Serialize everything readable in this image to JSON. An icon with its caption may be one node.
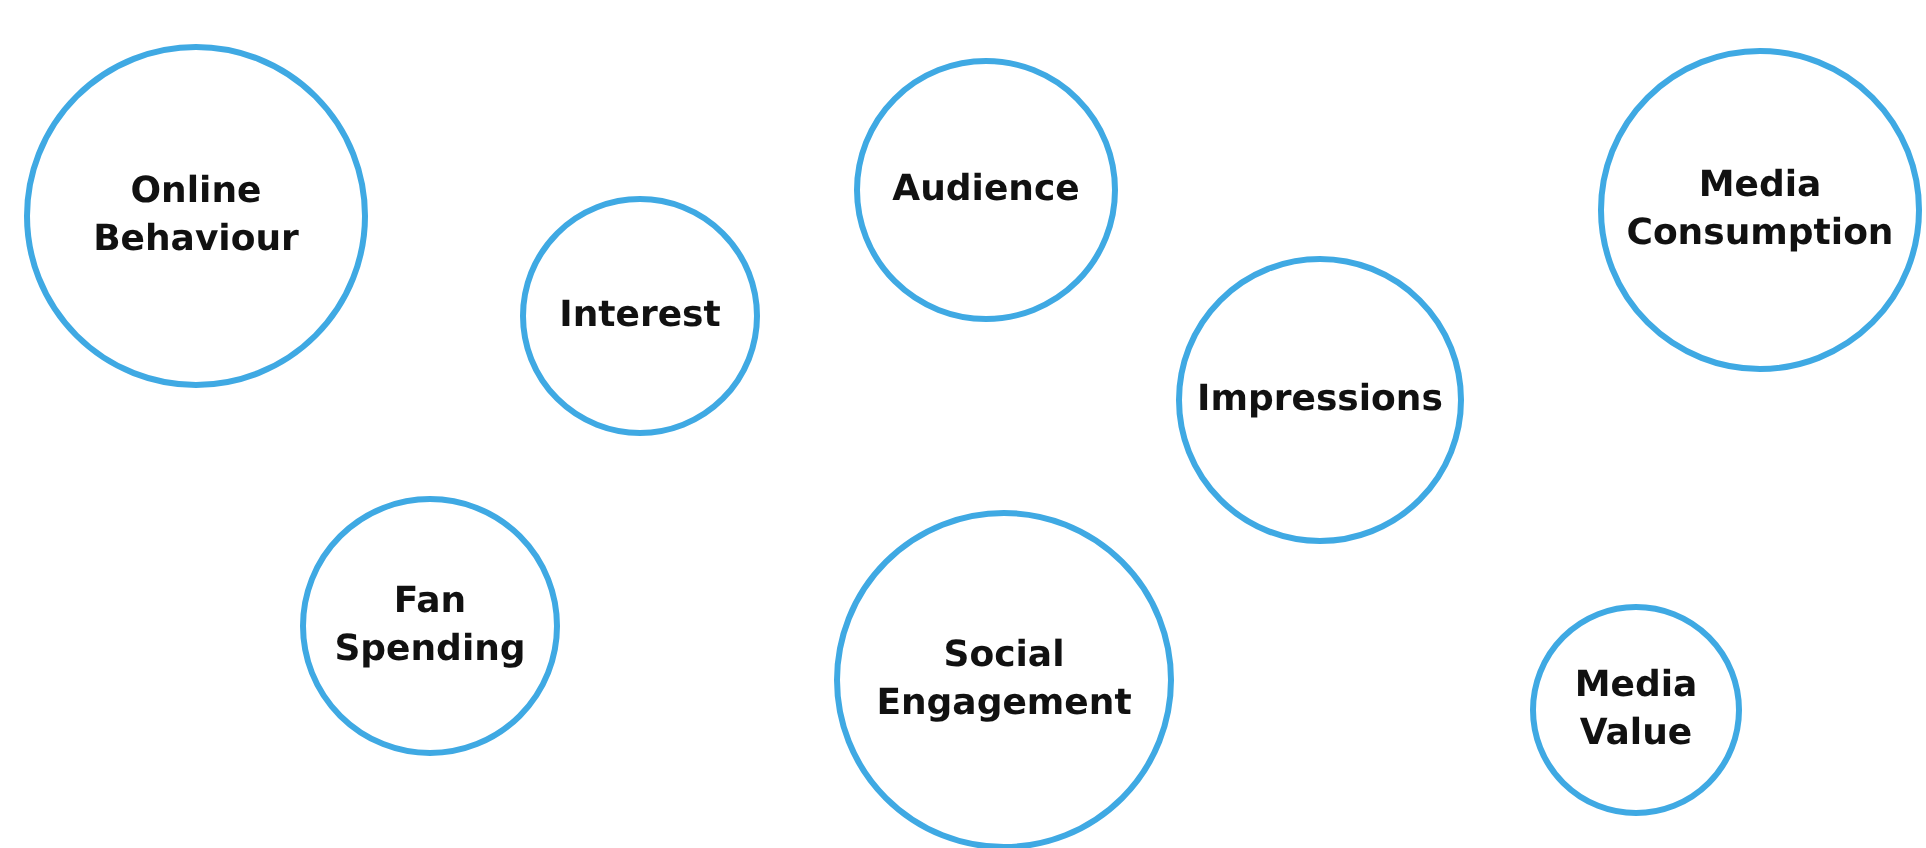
{
  "diagram": {
    "nodes": [
      {
        "text": [
          "Online Behaviour"
        ]
      },
      {
        "text": [
          "Audience"
        ]
      },
      {
        "text": [
          "Media Consumption"
        ]
      },
      {
        "text": [
          "Interest"
        ]
      },
      {
        "text": [
          "Impressions"
        ]
      },
      {
        "text": [
          "Fan Spending"
        ]
      },
      {
        "text": [
          "Social Engagement"
        ]
      },
      {
        "text": [
          "Media Value"
        ]
      }
    ]
  }
}
